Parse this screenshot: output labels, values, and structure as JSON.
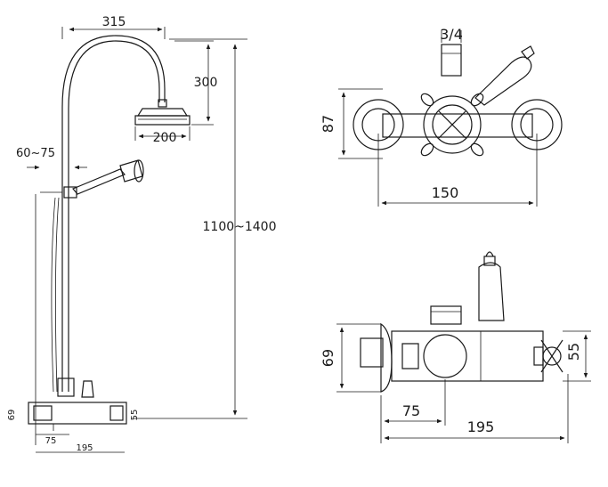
{
  "dimensions": {
    "arm_reach": "315",
    "head_drop": "300",
    "head_diameter": "200",
    "wall_offset": "60~75",
    "riser_height": "1100~1400",
    "small_body_height": "69",
    "small_right_height": "55",
    "small_spout": "75",
    "small_width": "195",
    "inlet_size": "3/4",
    "eccentric_height": "87",
    "centres": "150",
    "body_height": "69",
    "body_right_height": "55",
    "outlet_offset": "75",
    "overall_width": "195"
  },
  "colors": {
    "line": "#1a1a1a",
    "background": "#ffffff"
  },
  "icons": [
    "arrow-head-icon"
  ]
}
